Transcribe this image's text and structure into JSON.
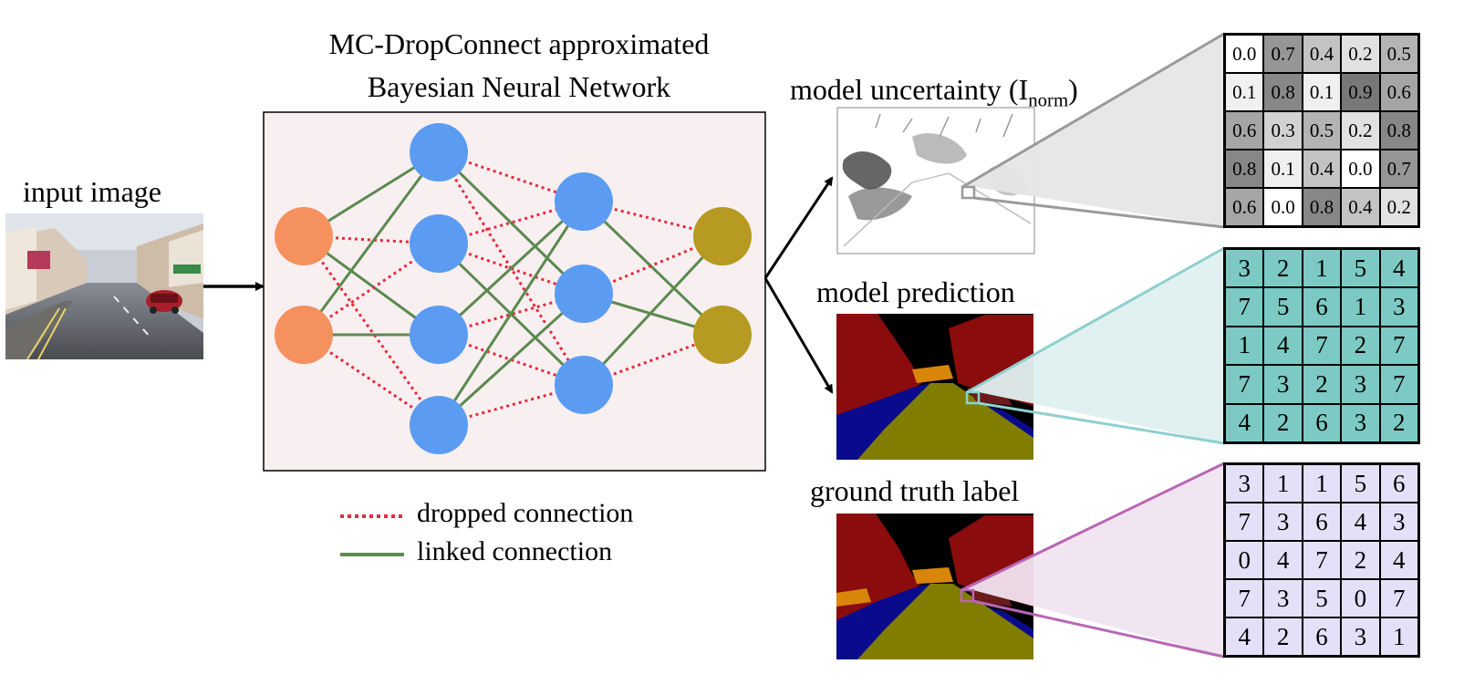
{
  "labels": {
    "input_image": "input image",
    "network_title_line1": "MC-DropConnect approximated",
    "network_title_line2": "Bayesian Neural Network",
    "uncertainty_main": "model uncertainty (I",
    "uncertainty_sub": "norm",
    "uncertainty_close": ")",
    "prediction": "model prediction",
    "ground_truth": "ground truth label"
  },
  "legend": {
    "dropped": "dropped connection",
    "linked": "linked connection"
  },
  "colors": {
    "input_node": "#f4915e",
    "hidden_node": "#5b9cf2",
    "output_node": "#b69a22",
    "dropped": "#e8283f",
    "linked": "#5b8a4f",
    "network_bg": "#f8eff0",
    "uncertainty_zoom": "#9a9a9a",
    "prediction_zoom": "#8fcfcf",
    "prediction_cell": "#7dcac4",
    "ground_truth_zoom": "#b866b5",
    "ground_truth_cell": "#e4e0f8"
  },
  "uncertainty_grid": [
    [
      "0.0",
      "0.7",
      "0.4",
      "0.2",
      "0.5"
    ],
    [
      "0.1",
      "0.8",
      "0.1",
      "0.9",
      "0.6"
    ],
    [
      "0.6",
      "0.3",
      "0.5",
      "0.2",
      "0.8"
    ],
    [
      "0.8",
      "0.1",
      "0.4",
      "0.0",
      "0.7"
    ],
    [
      "0.6",
      "0.0",
      "0.8",
      "0.4",
      "0.2"
    ]
  ],
  "prediction_grid": [
    [
      "3",
      "2",
      "1",
      "5",
      "4"
    ],
    [
      "7",
      "5",
      "6",
      "1",
      "3"
    ],
    [
      "1",
      "4",
      "7",
      "2",
      "7"
    ],
    [
      "7",
      "3",
      "2",
      "3",
      "7"
    ],
    [
      "4",
      "2",
      "6",
      "3",
      "2"
    ]
  ],
  "ground_truth_grid": [
    [
      "3",
      "1",
      "1",
      "5",
      "6"
    ],
    [
      "7",
      "3",
      "6",
      "4",
      "3"
    ],
    [
      "0",
      "4",
      "7",
      "2",
      "4"
    ],
    [
      "7",
      "3",
      "5",
      "0",
      "7"
    ],
    [
      "4",
      "2",
      "6",
      "3",
      "1"
    ]
  ],
  "network": {
    "layers": [
      2,
      4,
      3,
      2
    ],
    "connections": [
      {
        "from": [
          0,
          0
        ],
        "to": [
          1,
          0
        ],
        "type": "linked"
      },
      {
        "from": [
          0,
          0
        ],
        "to": [
          1,
          1
        ],
        "type": "dropped"
      },
      {
        "from": [
          0,
          0
        ],
        "to": [
          1,
          2
        ],
        "type": "linked"
      },
      {
        "from": [
          0,
          0
        ],
        "to": [
          1,
          3
        ],
        "type": "dropped"
      },
      {
        "from": [
          0,
          1
        ],
        "to": [
          1,
          0
        ],
        "type": "linked"
      },
      {
        "from": [
          0,
          1
        ],
        "to": [
          1,
          1
        ],
        "type": "dropped"
      },
      {
        "from": [
          0,
          1
        ],
        "to": [
          1,
          2
        ],
        "type": "linked"
      },
      {
        "from": [
          0,
          1
        ],
        "to": [
          1,
          3
        ],
        "type": "dropped"
      },
      {
        "from": [
          1,
          0
        ],
        "to": [
          2,
          0
        ],
        "type": "dropped"
      },
      {
        "from": [
          1,
          0
        ],
        "to": [
          2,
          1
        ],
        "type": "linked"
      },
      {
        "from": [
          1,
          0
        ],
        "to": [
          2,
          2
        ],
        "type": "dropped"
      },
      {
        "from": [
          1,
          1
        ],
        "to": [
          2,
          0
        ],
        "type": "dropped"
      },
      {
        "from": [
          1,
          1
        ],
        "to": [
          2,
          1
        ],
        "type": "dropped"
      },
      {
        "from": [
          1,
          1
        ],
        "to": [
          2,
          2
        ],
        "type": "linked"
      },
      {
        "from": [
          1,
          2
        ],
        "to": [
          2,
          0
        ],
        "type": "linked"
      },
      {
        "from": [
          1,
          2
        ],
        "to": [
          2,
          1
        ],
        "type": "dropped"
      },
      {
        "from": [
          1,
          2
        ],
        "to": [
          2,
          2
        ],
        "type": "dropped"
      },
      {
        "from": [
          1,
          3
        ],
        "to": [
          2,
          0
        ],
        "type": "linked"
      },
      {
        "from": [
          1,
          3
        ],
        "to": [
          2,
          1
        ],
        "type": "linked"
      },
      {
        "from": [
          1,
          3
        ],
        "to": [
          2,
          2
        ],
        "type": "dropped"
      },
      {
        "from": [
          2,
          0
        ],
        "to": [
          3,
          0
        ],
        "type": "dropped"
      },
      {
        "from": [
          2,
          0
        ],
        "to": [
          3,
          1
        ],
        "type": "linked"
      },
      {
        "from": [
          2,
          1
        ],
        "to": [
          3,
          0
        ],
        "type": "dropped"
      },
      {
        "from": [
          2,
          1
        ],
        "to": [
          3,
          1
        ],
        "type": "linked"
      },
      {
        "from": [
          2,
          2
        ],
        "to": [
          3,
          0
        ],
        "type": "linked"
      },
      {
        "from": [
          2,
          2
        ],
        "to": [
          3,
          1
        ],
        "type": "dropped"
      }
    ]
  }
}
